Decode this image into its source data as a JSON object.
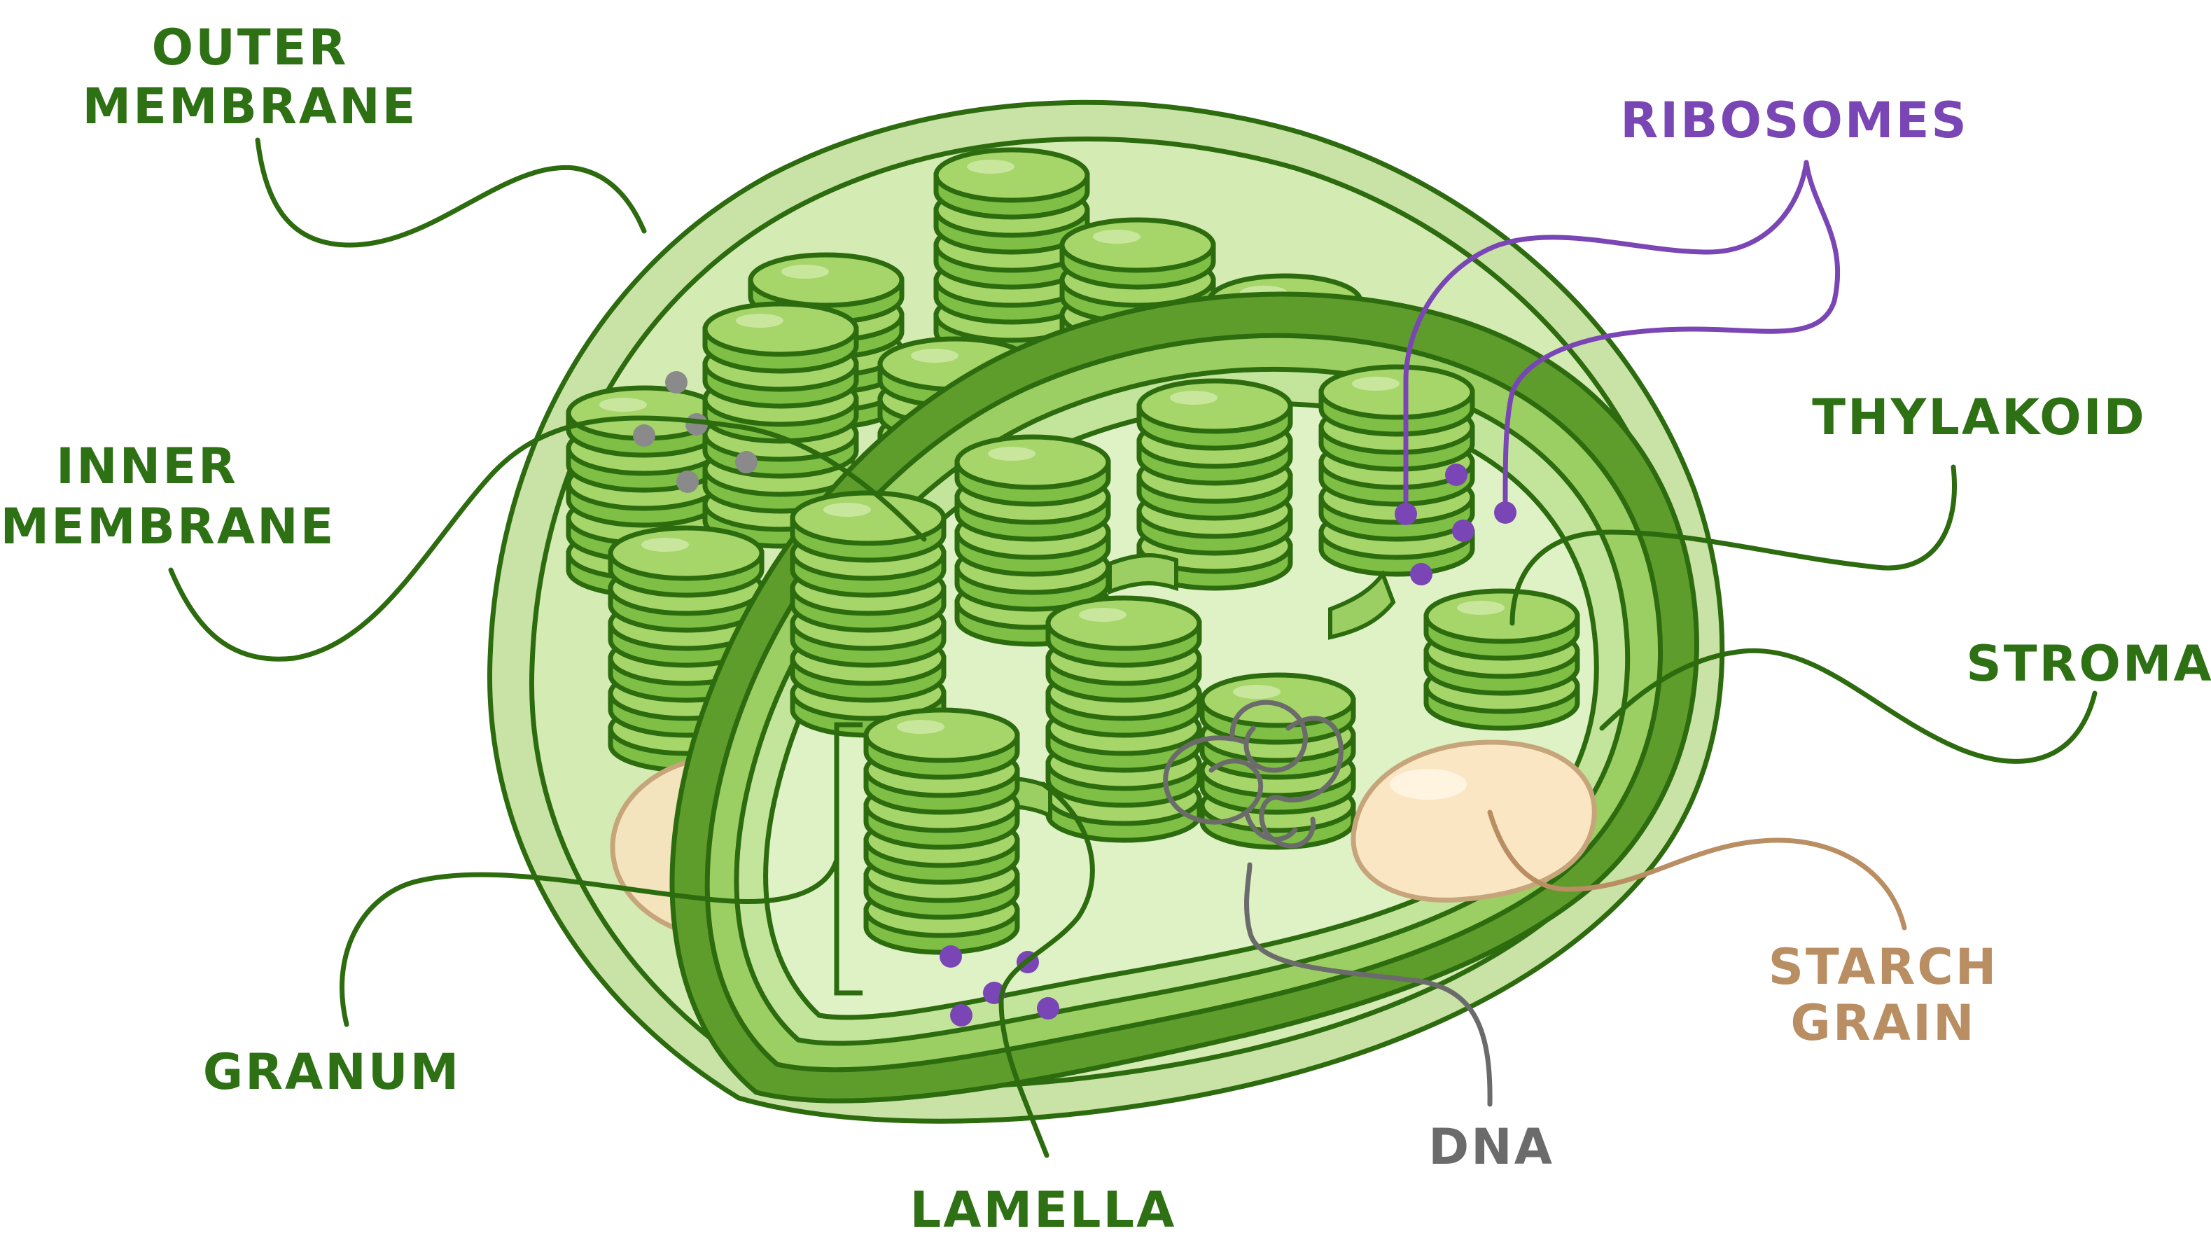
{
  "labels": {
    "outer_membrane_line1": "OUTER",
    "outer_membrane_line2": "MEMBRANE",
    "inner_membrane_line1": "INNER",
    "inner_membrane_line2": "MEMBRANE",
    "granum": "GRANUM",
    "lamella": "LAMELLA",
    "dna": "DNA",
    "starch_line1": "STARCH",
    "starch_line2": "GRAIN",
    "stroma": "STROMA",
    "thylakoid": "THYLAKOID",
    "ribosomes": "RIBOSOMES"
  },
  "colors": {
    "label_green": "#2e7014",
    "label_purple": "#7a45b4",
    "label_tan": "#b98e63",
    "label_gray": "#6b6b6b",
    "outline_green": "#2d6b0f",
    "stroma_fill": "#dff2c6",
    "outer_fill": "#c9e3a6",
    "disc_side": "#7fbf45",
    "disc_top": "#a6d56a",
    "starch_fill": "#fbe6c4",
    "ribosome": "#7a45b4",
    "dna_stroke": "#6b6b6b"
  }
}
